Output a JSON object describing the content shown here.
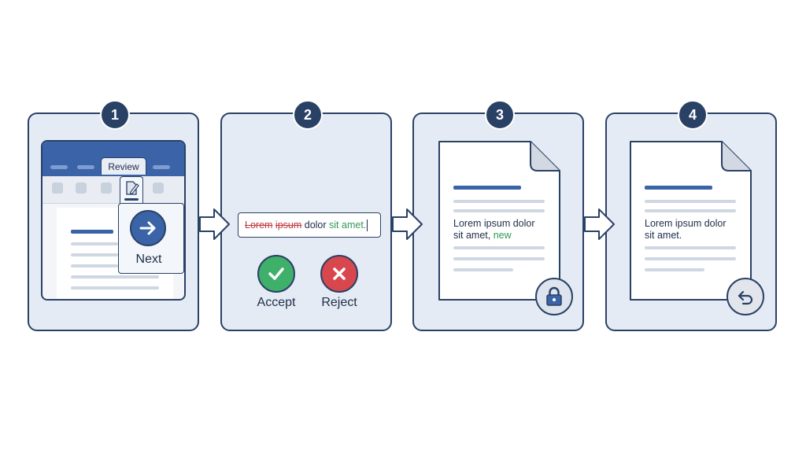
{
  "steps": [
    {
      "number": "1",
      "review_tab": "Review",
      "next_label": "Next"
    },
    {
      "number": "2",
      "text_deleted_1": "Lorem",
      "text_deleted_2": "ipsum",
      "text_plain": "dolor",
      "text_inserted": "sit amet.",
      "accept_label": "Accept",
      "reject_label": "Reject"
    },
    {
      "number": "3",
      "doc_line_1": "Lorem ipsum dolor",
      "doc_line_2_plain": "sit amet,",
      "doc_line_2_inserted": "new",
      "icon": "lock-icon"
    },
    {
      "number": "4",
      "doc_line_1": "Lorem ipsum dolor",
      "doc_line_2": "sit amet.",
      "icon": "undo-icon"
    }
  ],
  "colors": {
    "navy": "#2a4166",
    "ribbon_blue": "#3b64a8",
    "panel_bg": "#e4ebf4",
    "accept_green": "#3fb06a",
    "reject_red": "#d9474e",
    "inserted_text": "#2f9a55",
    "deleted_text": "#c0383e"
  }
}
